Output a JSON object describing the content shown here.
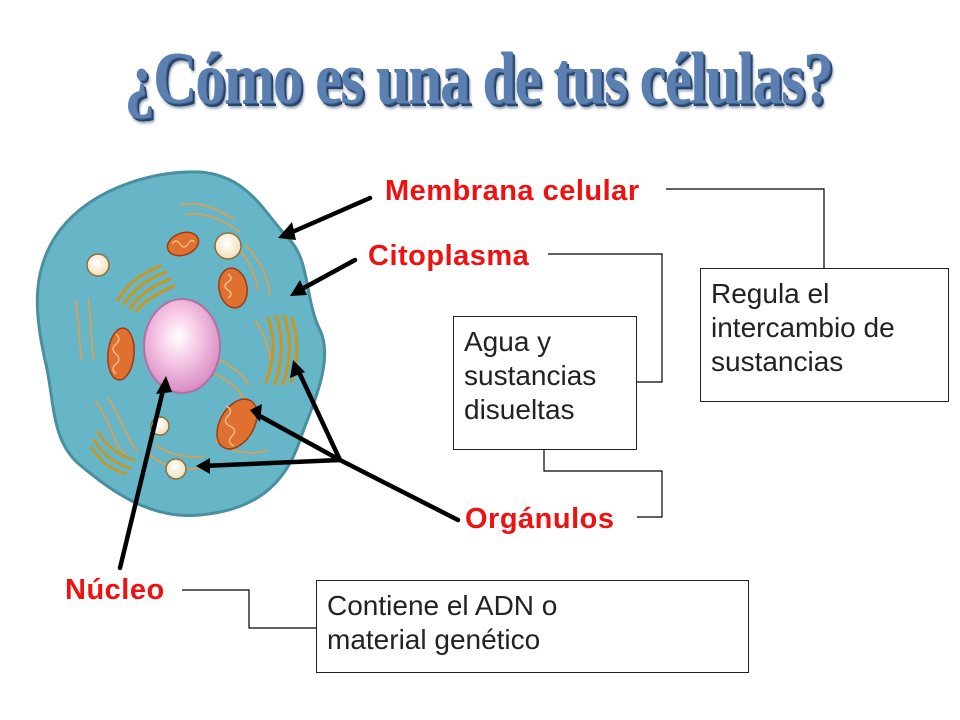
{
  "title": "¿Cómo es una de tus células?",
  "labels": {
    "membrana": "Membrana celular",
    "citoplasma": "Citoplasma",
    "organulos": "Orgánulos",
    "nucleo": "Núcleo"
  },
  "boxes": {
    "membrana": [
      "Regula el",
      "intercambio de",
      "sustancias"
    ],
    "citoplasma": [
      "Agua y",
      "sustancias",
      "disueltas"
    ],
    "nucleo": [
      "Contiene el ADN o",
      "material genético"
    ]
  },
  "colors": {
    "title": "#5a7fb0",
    "label": "#ee1111",
    "cell": "#66b6c8",
    "nucleus": "#f2b6dc",
    "mitochondria": "#e07030",
    "golgi": "#c9961e"
  }
}
